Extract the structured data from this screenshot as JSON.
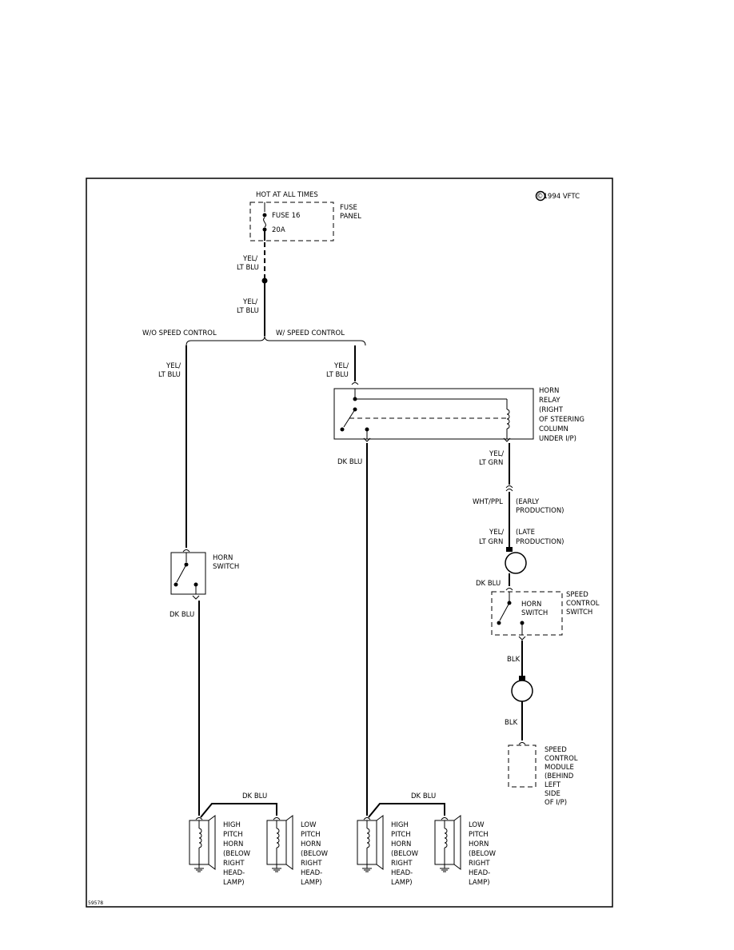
{
  "copyright": "©1994 VFTC",
  "figure_id": "59578",
  "power": {
    "source_label": "HOT AT ALL TIMES",
    "fuse_label": "FUSE 16",
    "fuse_rating": "20A",
    "panel_label": [
      "FUSE",
      "PANEL"
    ]
  },
  "wires": {
    "yel_lt_blu": [
      "YEL/",
      "LT BLU"
    ],
    "yel_lt_grn": [
      "YEL/",
      "LT GRN"
    ],
    "wht_ppl": "WHT/PPL",
    "dk_blu": "DK BLU",
    "blk": "BLK"
  },
  "branches": {
    "without": "W/O SPEED CONTROL",
    "with": "W/ SPEED CONTROL"
  },
  "horn_relay": [
    "HORN",
    "RELAY",
    "(RIGHT",
    "OF STEERING",
    "COLUMN",
    "UNDER I/P)"
  ],
  "horn_switch": [
    "HORN",
    "SWITCH"
  ],
  "early_production": [
    "(EARLY",
    "PRODUCTION)"
  ],
  "late_production": [
    "(LATE",
    "PRODUCTION)"
  ],
  "speed_control_switch": [
    "SPEED",
    "CONTROL",
    "SWITCH"
  ],
  "speed_control_module": [
    "SPEED",
    "CONTROL",
    "MODULE",
    "(BEHIND",
    "LEFT",
    "SIDE",
    "OF I/P)"
  ],
  "high_horn": [
    "HIGH",
    "PITCH",
    "HORN",
    "(BELOW",
    "RIGHT",
    "HEAD-",
    "LAMP)"
  ],
  "low_horn": [
    "LOW",
    "PITCH",
    "HORN",
    "(BELOW",
    "RIGHT",
    "HEAD-",
    "LAMP)"
  ]
}
